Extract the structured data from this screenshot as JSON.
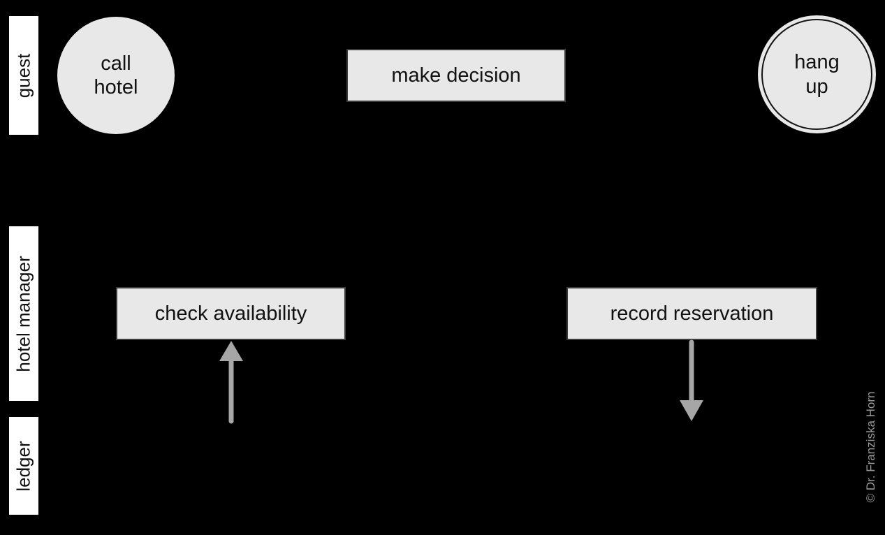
{
  "diagram": {
    "background_color": "#000000",
    "shape_fill": "#e8e8e8",
    "shape_border": "#3c3c3c",
    "lane_fill": "#ffffff",
    "text_color": "#111111",
    "arrow_color": "#a6a6a6",
    "credit_color": "#999999",
    "lanes": [
      {
        "label": "guest"
      },
      {
        "label": "hotel manager"
      },
      {
        "label": "ledger"
      }
    ],
    "nodes": [
      {
        "kind": "start-event",
        "shape": "circle",
        "label": "call hotel",
        "lane": "guest"
      },
      {
        "kind": "task",
        "shape": "rect",
        "label": "make decision",
        "lane": "guest"
      },
      {
        "kind": "end-event",
        "shape": "double-circle",
        "label": "hang up",
        "lane": "guest"
      },
      {
        "kind": "task",
        "shape": "rect",
        "label": "check availability",
        "lane": "hotel manager"
      },
      {
        "kind": "task",
        "shape": "rect",
        "label": "record reservation",
        "lane": "hotel manager"
      }
    ],
    "edges": [
      {
        "from": "ledger",
        "to": "check availability",
        "direction": "up",
        "color": "#a6a6a6"
      },
      {
        "from": "record reservation",
        "to": "ledger",
        "direction": "down",
        "color": "#a6a6a6"
      }
    ],
    "credit": "© Dr. Franziska Horn"
  }
}
